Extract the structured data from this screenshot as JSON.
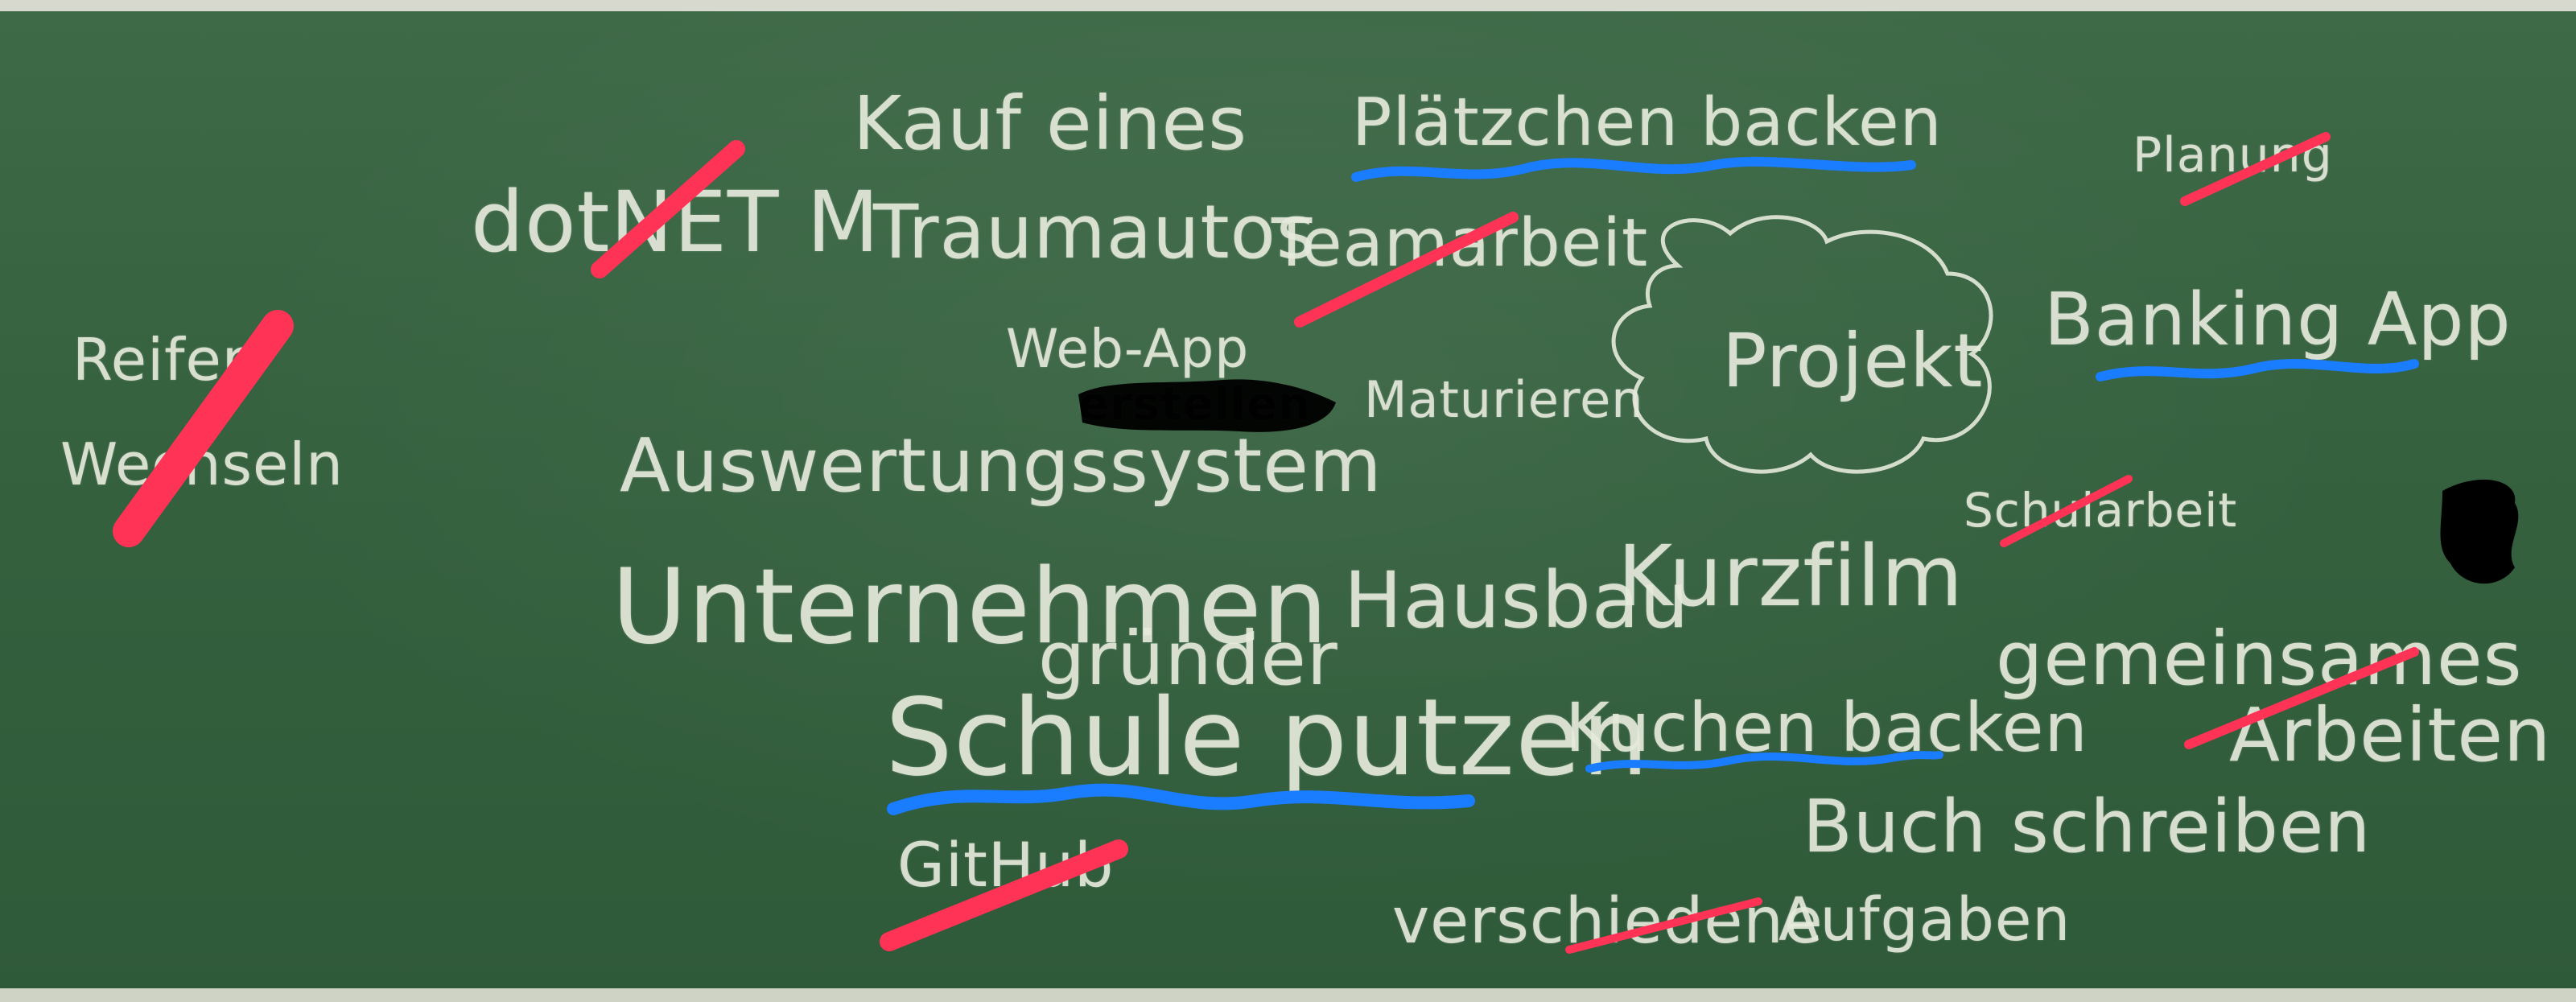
{
  "board": {
    "words": [
      {
        "key": "kauf",
        "text": "Kauf eines"
      },
      {
        "key": "traumauto",
        "text": "Traumautos"
      },
      {
        "key": "dotnet",
        "text": "dotNET M"
      },
      {
        "key": "plaetzchen",
        "text": "Plätzchen backen"
      },
      {
        "key": "planung",
        "text": "Planung"
      },
      {
        "key": "teamarbeit",
        "text": "Teamarbeit"
      },
      {
        "key": "reifen",
        "text": "Reifen"
      },
      {
        "key": "wechseln",
        "text": "Wechseln"
      },
      {
        "key": "webapp",
        "text": "Web-App"
      },
      {
        "key": "erstellen",
        "text": "erstellen"
      },
      {
        "key": "maturieren",
        "text": "Maturieren"
      },
      {
        "key": "projekt",
        "text": "Projekt"
      },
      {
        "key": "banking",
        "text": "Banking App"
      },
      {
        "key": "auswertung",
        "text": "Auswertungssystem"
      },
      {
        "key": "schularbeit",
        "text": "Schularbeit"
      },
      {
        "key": "unternehmen",
        "text": "Unternehmen"
      },
      {
        "key": "gruender",
        "text": "gründer"
      },
      {
        "key": "hausbau",
        "text": "Hausbau"
      },
      {
        "key": "kurzfilm",
        "text": "Kurzfilm"
      },
      {
        "key": "gemeinsames",
        "text": "gemeinsames"
      },
      {
        "key": "arbeiten",
        "text": "Arbeiten"
      },
      {
        "key": "schule",
        "text": "Schule putzen"
      },
      {
        "key": "kuchen",
        "text": "Kuchen backen"
      },
      {
        "key": "buch",
        "text": "Buch schreiben"
      },
      {
        "key": "github",
        "text": "GitHub"
      },
      {
        "key": "verschiedene",
        "text": "verschiedene"
      },
      {
        "key": "aufgaben",
        "text": "Aufgaben"
      }
    ]
  },
  "colors": {
    "board": "#35613f",
    "chalk": "#e6eadc",
    "strike": "#ff3355",
    "underline": "#1a7cff",
    "redact": "#000000"
  }
}
